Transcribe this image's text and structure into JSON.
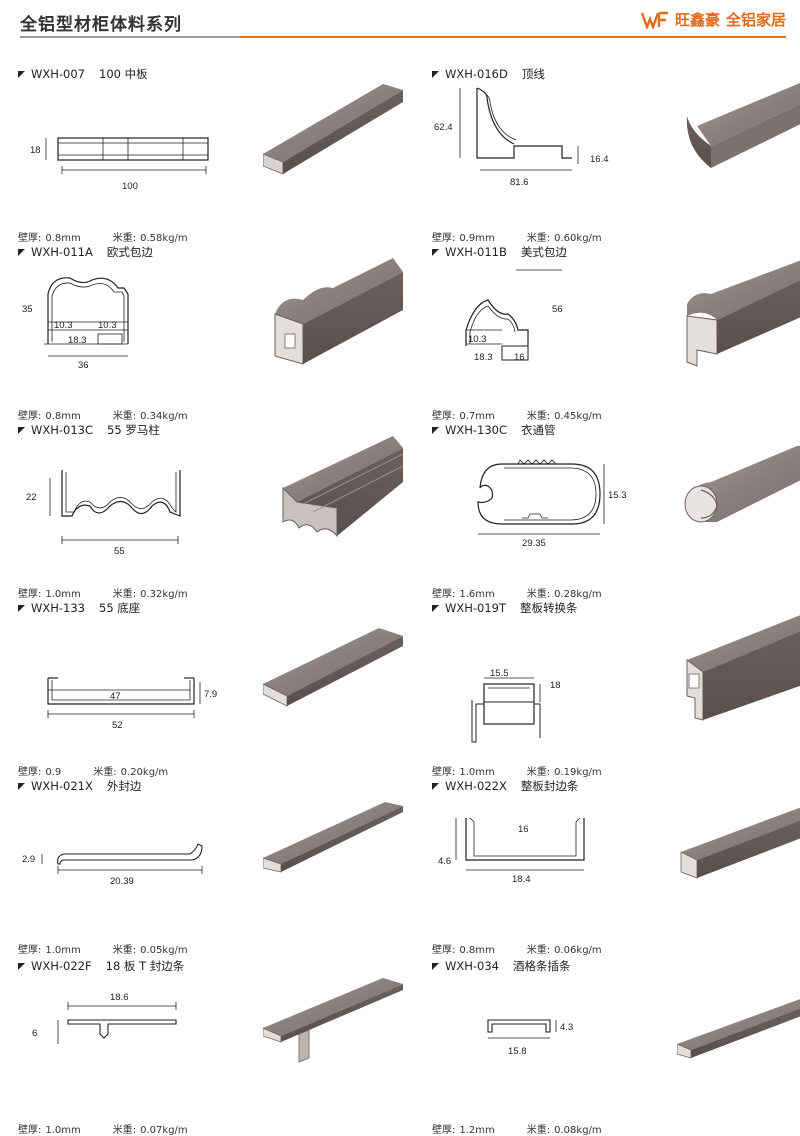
{
  "header": {
    "title": "全铝型材柜体料系列",
    "brand_short": "旺鑫豪",
    "brand_name": "全铝家居",
    "accent_color": "#e36b1c"
  },
  "spec_labels": {
    "wall": "壁厚:",
    "weight": "米重:"
  },
  "panels": [
    {
      "code": "WXH-007",
      "name": "100 中板",
      "wall": "0.8mm",
      "weight": "0.58kg/m",
      "dims": [
        "18",
        "100"
      ]
    },
    {
      "code": "WXH-016D",
      "name": "顶线",
      "wall": "0.9mm",
      "weight": "0.60kg/m",
      "dims": [
        "62.4",
        "16.4",
        "81.6"
      ]
    },
    {
      "code": "WXH-011A",
      "name": "欧式包边",
      "wall": "0.8mm",
      "weight": "0.34kg/m",
      "dims": [
        "35",
        "10.3",
        "10.3",
        "18.3",
        "36"
      ]
    },
    {
      "code": "WXH-011B",
      "name": "美式包边",
      "wall": "0.7mm",
      "weight": "0.45kg/m",
      "dims": [
        "56",
        "10.3",
        "18.3",
        "16"
      ]
    },
    {
      "code": "WXH-013C",
      "name": "55 罗马柱",
      "wall": "1.0mm",
      "weight": "0.32kg/m",
      "dims": [
        "22",
        "55"
      ]
    },
    {
      "code": "WXH-130C",
      "name": "衣通管",
      "wall": "1.6mm",
      "weight": "0.28kg/m",
      "dims": [
        "15.3",
        "29.35"
      ]
    },
    {
      "code": "WXH-133",
      "name": "55 底座",
      "wall": "0.9",
      "weight": "0.20kg/m",
      "dims": [
        "47",
        "7.9",
        "52"
      ]
    },
    {
      "code": "WXH-019T",
      "name": "整板转换条",
      "wall": "1.0mm",
      "weight": "0.19kg/m",
      "dims": [
        "15.5",
        "18"
      ]
    },
    {
      "code": "WXH-021X",
      "name": "外封边",
      "wall": "1.0mm",
      "weight": "0.05kg/m",
      "dims": [
        "2.9",
        "20.39"
      ]
    },
    {
      "code": "WXH-022X",
      "name": "整板封边条",
      "wall": "0.8mm",
      "weight": "0.06kg/m",
      "dims": [
        "16",
        "4.6",
        "18.4"
      ]
    },
    {
      "code": "WXH-022F",
      "name": "18 板 T 封边条",
      "wall": "1.0mm",
      "weight": "0.07kg/m",
      "dims": [
        "18.6",
        "6"
      ]
    },
    {
      "code": "WXH-034",
      "name": "酒格条插条",
      "wall": "1.2mm",
      "weight": "0.08kg/m",
      "dims": [
        "4.3",
        "15.8"
      ]
    }
  ]
}
